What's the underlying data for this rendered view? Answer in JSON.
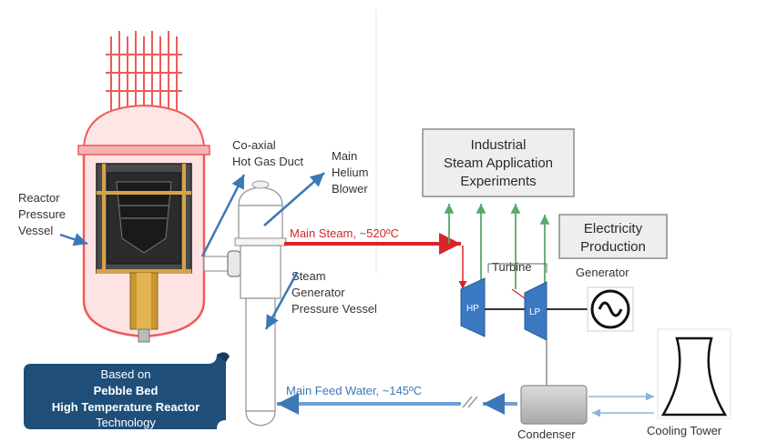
{
  "labels": {
    "reactor_vessel": [
      "Reactor",
      "Pressure",
      "Vessel"
    ],
    "hot_gas_duct": [
      "Co-axial",
      "Hot Gas Duct"
    ],
    "helium_blower": [
      "Main",
      "Helium",
      "Blower"
    ],
    "steam_generator": [
      "Steam",
      "Generator",
      "Pressure Vessel"
    ],
    "main_steam": "Main Steam, ~520ºC",
    "feed_water": "Main Feed Water, ~145ºC",
    "turbine": "Turbine",
    "hp": "HP",
    "lp": "LP",
    "generator": "Generator",
    "condenser": "Condenser",
    "cooling_tower": "Cooling Tower"
  },
  "boxes": {
    "industrial": [
      "Industrial",
      "Steam Application",
      "Experiments"
    ],
    "electricity": [
      "Electricity",
      "Production"
    ]
  },
  "banner": {
    "line1": "Based on",
    "line2": "Pebble Bed",
    "line3": "High Temperature Reactor",
    "line4": "Technology"
  },
  "colors": {
    "steam": "#d7262a",
    "feed_water": "#6e9fd2",
    "reactor_outline": "#ef5a5a",
    "turbine": "#3a79c2",
    "banner": "#1f4e79",
    "green_lines": "#5aa867"
  }
}
